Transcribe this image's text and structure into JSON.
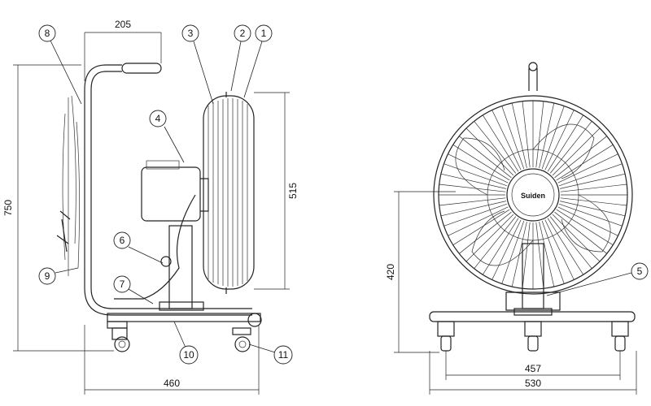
{
  "dimensions": {
    "handle_offset": "205",
    "total_height": "750",
    "guard_height": "515",
    "center_height": "420",
    "side_base_length": "460",
    "inner_wheel_span": "457",
    "outer_base_width": "530"
  },
  "callouts": [
    "1",
    "2",
    "3",
    "4",
    "5",
    "6",
    "7",
    "8",
    "9",
    "10",
    "11"
  ],
  "hub_logo": "Suiden"
}
